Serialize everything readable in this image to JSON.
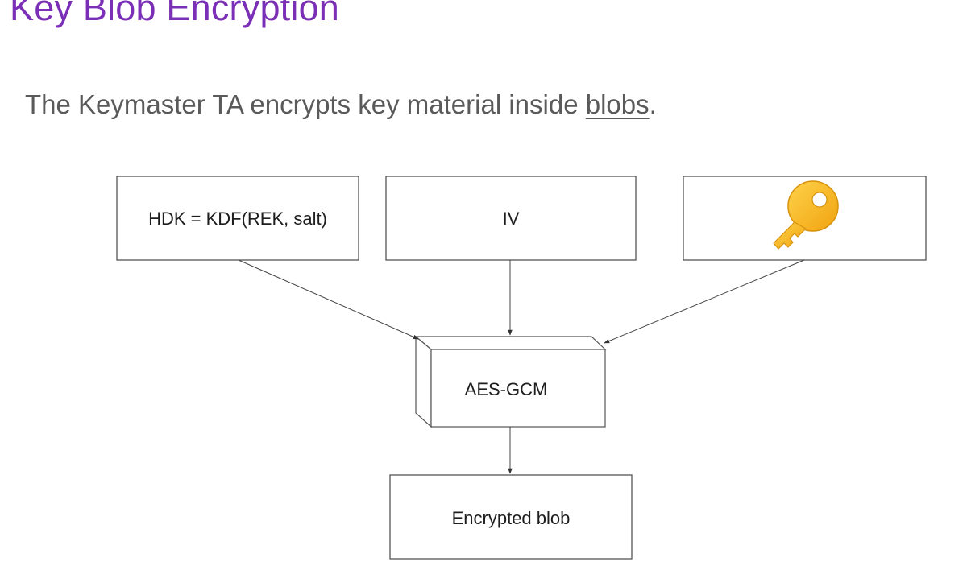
{
  "slide": {
    "title": "Key Blob Encryption",
    "subtitle_before": "The Keymaster TA encrypts key material inside ",
    "subtitle_link": "blobs",
    "subtitle_after": "."
  },
  "diagram": {
    "hdk_box_label": "HDK = KDF(REK, salt)",
    "iv_box_label": "IV",
    "key_box_icon": "key-icon",
    "cipher_label": "AES-GCM",
    "output_label": "Encrypted blob"
  },
  "colors": {
    "title": "#7a2fb6",
    "subtitle": "#5a5a5a",
    "key_gold": "#f5b319",
    "key_gold_dark": "#d38b0c"
  }
}
